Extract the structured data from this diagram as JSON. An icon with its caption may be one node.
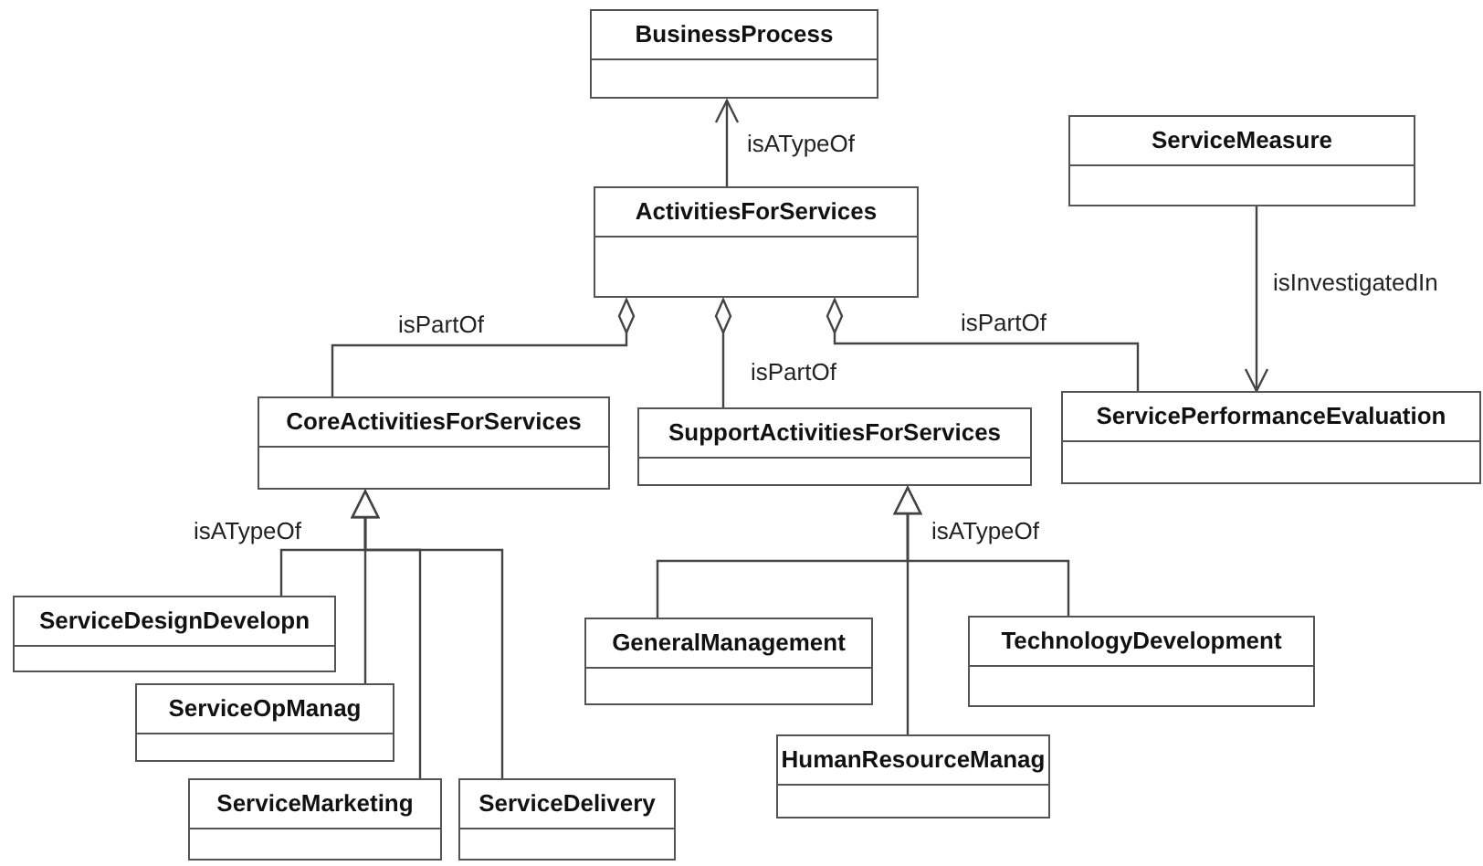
{
  "diagram": {
    "nodes": [
      {
        "text": [
          "BusinessProcess"
        ]
      },
      {
        "text": [
          "ActivitiesForServices"
        ]
      },
      {
        "text": [
          "ServiceMeasure"
        ]
      },
      {
        "text": [
          "CoreActivitiesForServices"
        ]
      },
      {
        "text": [
          "SupportActivitiesForServices"
        ]
      },
      {
        "text": [
          "ServicePerformanceEvaluation"
        ]
      },
      {
        "text": [
          "ServiceDesignDevelopn"
        ]
      },
      {
        "text": [
          "ServiceOpManag"
        ]
      },
      {
        "text": [
          "ServiceMarketing"
        ]
      },
      {
        "text": [
          "ServiceDelivery"
        ]
      },
      {
        "text": [
          "GeneralManagement"
        ]
      },
      {
        "text": [
          "HumanResourceManag"
        ]
      },
      {
        "text": [
          "TechnologyDevelopment"
        ]
      }
    ],
    "edges": [
      {
        "from": 1,
        "to": 0,
        "arrow": "to",
        "label": "isATypeOf"
      },
      {
        "from": 3,
        "to": 1,
        "arrow": "other",
        "label": "isPartOf"
      },
      {
        "from": 4,
        "to": 1,
        "arrow": "other",
        "label": "isPartOf"
      },
      {
        "from": 5,
        "to": 1,
        "arrow": "other",
        "label": "isPartOf"
      },
      {
        "from": 2,
        "to": 5,
        "arrow": "to",
        "label": "isInvestigatedIn"
      },
      {
        "from": 6,
        "to": 3,
        "arrow": "to",
        "label": "isATypeOf"
      },
      {
        "from": 7,
        "to": 3,
        "arrow": "to"
      },
      {
        "from": 8,
        "to": 3,
        "arrow": "to"
      },
      {
        "from": 9,
        "to": 3,
        "arrow": "to"
      },
      {
        "from": 10,
        "to": 4,
        "arrow": "to"
      },
      {
        "from": 11,
        "to": 4,
        "arrow": "to",
        "label": "isATypeOf"
      },
      {
        "from": 12,
        "to": 4,
        "arrow": "to"
      }
    ]
  }
}
